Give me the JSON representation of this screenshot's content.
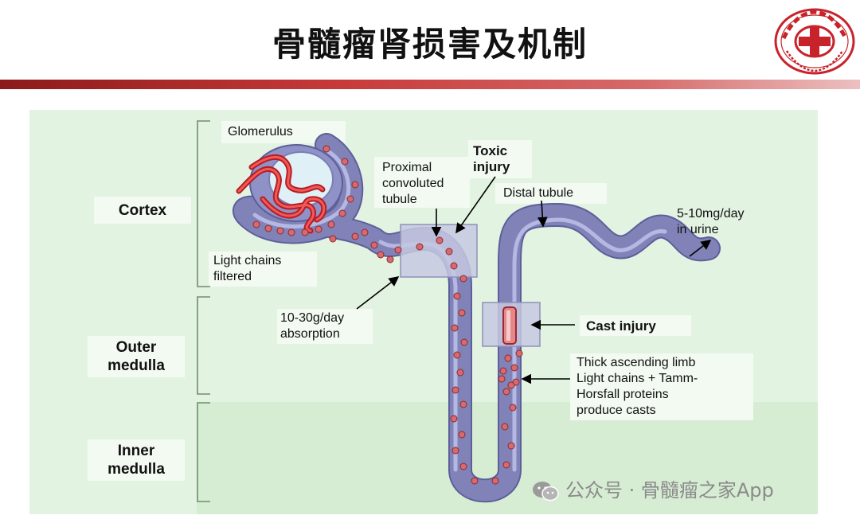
{
  "title": "骨髓瘤肾损害及机制",
  "logo": {
    "icon": "beijing-chaoyang-hospital-logo",
    "text_cn": "北京朝阳医院",
    "text_en": "BEIJING CHAO-YANG HOSPITAL",
    "color": "#c8232b"
  },
  "zones": {
    "cortex": "Cortex",
    "outer_medulla": "Outer\nmedulla",
    "inner_medulla": "Inner\nmedulla"
  },
  "labels": {
    "glomerulus": "Glomerulus",
    "proximal": "Proximal\nconvoluted\ntubule",
    "toxic": "Toxic\ninjury",
    "distal": "Distal tubule",
    "urine": "5-10mg/day\nin urine",
    "filtered": "Light chains\nfiltered",
    "absorption": "10-30g/day\nabsorption",
    "cast": "Cast injury",
    "thick": "Thick ascending limb\nLight chains + Tamm-\nHorsfall proteins\nproduce casts"
  },
  "watermark": "公众号 · 骨髓瘤之家App",
  "colors": {
    "tubule": "#7878ad",
    "tubule_light": "#a5a8d6",
    "glomerulus": "#d7282b",
    "light_chain_dot": "#c7565a",
    "panel": "#e3f3e2",
    "accent_bar": "#b82c2c"
  }
}
